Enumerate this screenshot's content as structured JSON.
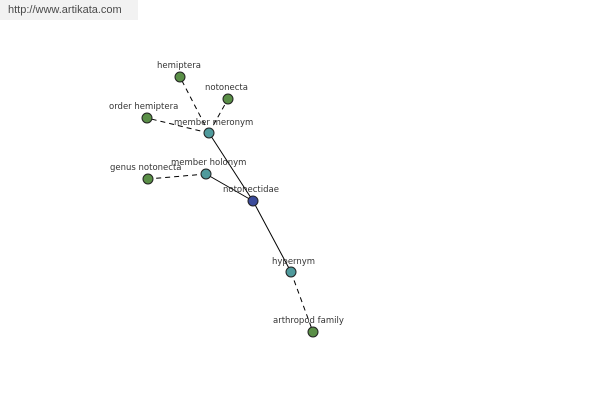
{
  "watermark": {
    "url": "http://www.artikata.com"
  },
  "colors": {
    "leaf": "#5a8f47",
    "relation": "#4f9a9c",
    "center": "#3b4b9a",
    "edge": "#000000",
    "url_bar_bg": "#f2f2f2"
  },
  "graph": {
    "center": "notonectidae",
    "relations": [
      "member meronym",
      "member holonym",
      "hypernym"
    ],
    "leaves": [
      "hemiptera",
      "notonecta",
      "order hemiptera",
      "genus notonecta",
      "arthropod family"
    ],
    "nodes": [
      {
        "id": "notonectidae",
        "label": "notonectidae",
        "kind": "center"
      },
      {
        "id": "member-meronym",
        "label": "member meronym",
        "kind": "relation"
      },
      {
        "id": "member-holonym",
        "label": "member holonym",
        "kind": "relation"
      },
      {
        "id": "hypernym",
        "label": "hypernym",
        "kind": "relation"
      },
      {
        "id": "hemiptera",
        "label": "hemiptera",
        "kind": "leaf"
      },
      {
        "id": "notonecta",
        "label": "notonecta",
        "kind": "leaf"
      },
      {
        "id": "order-hemiptera",
        "label": "order hemiptera",
        "kind": "leaf"
      },
      {
        "id": "genus-notonecta",
        "label": "genus notonecta",
        "kind": "leaf"
      },
      {
        "id": "arthropod-family",
        "label": "arthropod family",
        "kind": "leaf"
      }
    ],
    "edges": [
      {
        "from": "notonectidae",
        "to": "member-meronym",
        "style": "solid"
      },
      {
        "from": "notonectidae",
        "to": "member-holonym",
        "style": "solid"
      },
      {
        "from": "notonectidae",
        "to": "hypernym",
        "style": "solid"
      },
      {
        "from": "member-meronym",
        "to": "hemiptera",
        "style": "dashed"
      },
      {
        "from": "member-meronym",
        "to": "notonecta",
        "style": "dashed"
      },
      {
        "from": "member-meronym",
        "to": "order-hemiptera",
        "style": "dashed"
      },
      {
        "from": "member-holonym",
        "to": "genus-notonecta",
        "style": "dashed"
      },
      {
        "from": "hypernym",
        "to": "arthropod-family",
        "style": "dashed"
      }
    ]
  }
}
